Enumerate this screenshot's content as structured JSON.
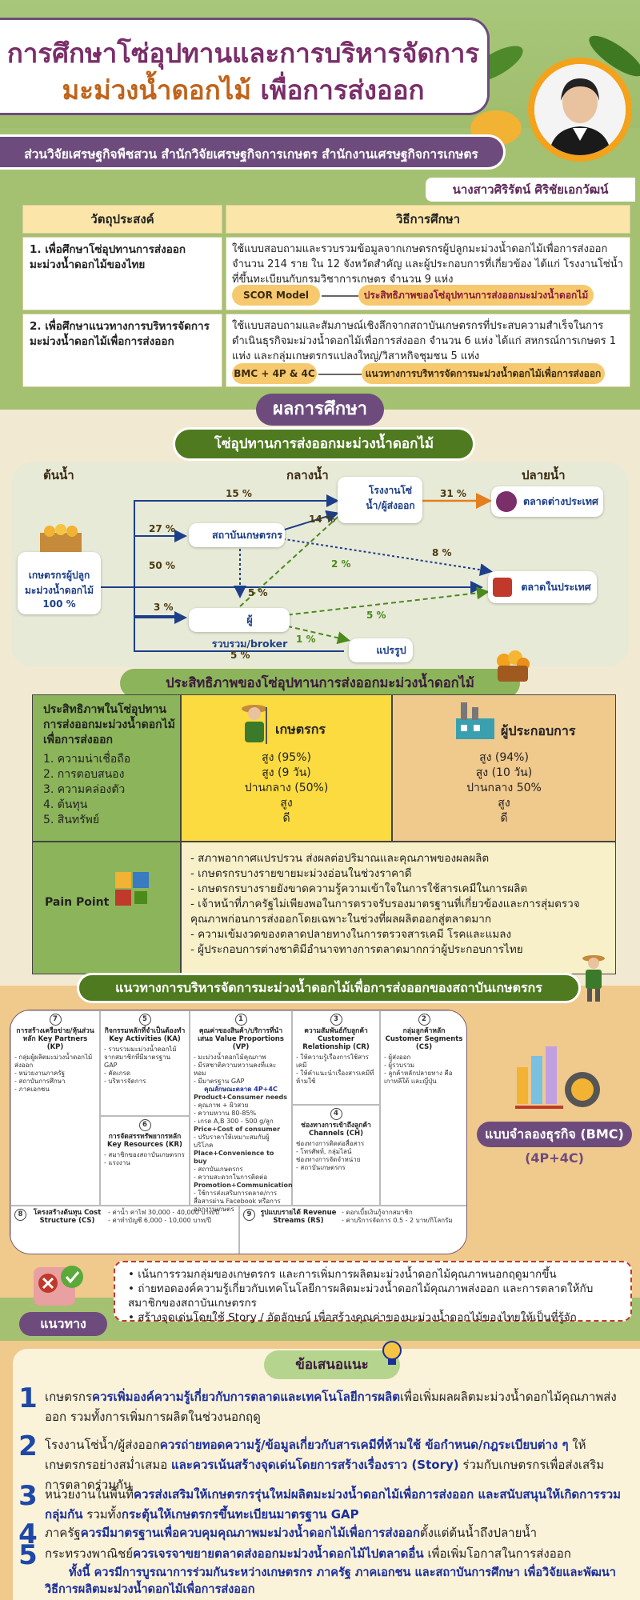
{
  "header": {
    "title_line1": "การศึกษาโซ่อุปทานและการบริหารจัดการ",
    "title_line2a": "มะม่วงน้ำดอกไม้",
    "title_line2b": "เพื่อการส่งออก",
    "organization": "ส่วนวิจัยเศรษฐกิจพืชสวน  สำนักวิจัยเศรษฐกิจการเกษตร สำนักงานเศรษฐกิจการเกษตร",
    "author": "นางสาวศิริรัตน์ ศิริชัยเอกวัฒน์"
  },
  "objectives": {
    "col1": "วัตถุประสงค์",
    "col2": "วิธีการศึกษา",
    "rows": [
      {
        "objective": "1. เพื่อศึกษาโซ่อุปทานการส่งออกมะม่วงน้ำดอกไม้ของไทย",
        "method": "ใช้แบบสอบถามและรวบรวมข้อมูลจากเกษตรกรผู้ปลูกมะม่วงน้ำดอกไม้เพื่อการส่งออก จำนวน 214 ราย ใน 12 จังหวัดสำคัญ และผู้ประกอบการที่เกี่ยวข้อง ได้แก่ โรงงานโซ่น้ำที่ขึ้นทะเบียนกับกรมวิชาการเกษตร จำนวน 9 แห่ง",
        "tool": "SCOR Model",
        "result": "ประสิทธิภาพของโซ่อุปทานการส่งออกมะม่วงน้ำดอกไม้"
      },
      {
        "objective": "2. เพื่อศึกษาแนวทางการบริหารจัดการมะม่วงน้ำดอกไม้เพื่อการส่งออก",
        "method": "ใช้แบบสอบถามและสัมภาษณ์เชิงลึกจากสถาบันเกษตรกรที่ประสบความสำเร็จในการดำเนินธุรกิจมะม่วงน้ำดอกไม้เพื่อการส่งออก จำนวน 6 แห่ง ได้แก่ สหกรณ์การเกษตร 1 แห่ง และกลุ่มเกษตรกรแปลงใหญ่/วิสาหกิจชุมชน 5 แห่ง",
        "tool": "BMC + 4P & 4C",
        "result": "แนวทางการบริหารจัดการมะม่วงน้ำดอกไม้เพื่อการส่งออก"
      }
    ]
  },
  "results": {
    "badge": "ผลการศึกษา",
    "chain_title": "โซ่อุปทานการส่งออกมะม่วงน้ำดอกไม้",
    "stages": [
      "ต้นน้ำ",
      "กลางน้ำ",
      "ปลายน้ำ"
    ],
    "nodes": {
      "farmer": "เกษตรกรผู้ปลูกมะม่วงน้ำดอกไม้ 100 %",
      "institution": "สถาบันเกษตรกร",
      "collector": "ผู้รวบรวม/broker",
      "packing": "โรงงานโซ่น้ำ/ผู้ส่งออก",
      "export_market": "ตลาดต่างประเทศ",
      "domestic_market": "ตลาดในประเทศ",
      "processing": "แปรรูป"
    },
    "flows": {
      "f15": "15 %",
      "f27": "27 %",
      "f50": "50 %",
      "f3": "3 %",
      "f5a": "5 %",
      "f14": "14 %",
      "f31": "31 %",
      "f8": "8 %",
      "f2": "2 %",
      "f5b": "5 %",
      "f5c": "5 %",
      "f1": "1 %"
    }
  },
  "efficiency": {
    "title": "ประสิทธิภาพของโซ่อุปทานการส่งออกมะม่วงน้ำดอกไม้",
    "criteria_title": "ประสิทธิภาพในโซ่อุปทานการส่งออกมะม่วงน้ำดอกไม้เพื่อการส่งออก",
    "criteria": [
      "1. ความน่าเชื่อถือ",
      "2. การตอบสนอง",
      "3. ความคล่องตัว",
      "4. ต้นทุน",
      "5. สินทรัพย์"
    ],
    "farmer_label": "เกษตรกร",
    "farmer_values": [
      "สูง (95%)",
      "สูง (9 วัน)",
      "ปานกลาง (50%)",
      "สูง",
      "ดี"
    ],
    "operator_label": "ผู้ประกอบการ",
    "operator_values": [
      "สูง (94%)",
      "สูง (10 วัน)",
      "ปานกลาง 50%",
      "สูง",
      "ดี"
    ],
    "pain_label": "Pain Point",
    "pain_points": [
      "- สภาพอากาศแปรปรวน ส่งผลต่อปริมาณและคุณภาพของผลผลิต",
      "- เกษตรกรบางรายขายมะม่วงอ่อนในช่วงราคาดี",
      "- เกษตรกรบางรายยังขาดความรู้ความเข้าใจในการใช้สารเคมีในการผลิต",
      "- เจ้าหน้าที่ภาครัฐไม่เพียงพอในการตรวจรับรองมาตรฐานที่เกี่ยวข้องและการสุ่มตรวจคุณภาพก่อนการส่งออกโดยเฉพาะในช่วงที่ผลผลิตออกสู่ตลาดมาก",
      "- ความเข้มงวดของตลาดปลายทางในการตรวจสารเคมี โรคและแมลง",
      "- ผู้ประกอบการต่างชาติมีอำนาจทางการตลาดมากกว่าผู้ประกอบการไทย"
    ]
  },
  "management": {
    "title": "แนวทางการบริหารจัดการมะม่วงน้ำดอกไม้เพื่อการส่งออกของสถาบันเกษตรกร",
    "bmc_label": "แบบจำลองธุรกิจ (BMC)",
    "bmc_sub": "(4P+4C)",
    "bmc": {
      "kp": {
        "num": "7",
        "title": "การสร้างเครือข่าย/หุ้นส่วนหลัก Key Partners (KP)",
        "body": "- กลุ่มผู้ผลิตมะม่วงน้ำดอกไม้ส่งออก\n- หน่วยงานภาครัฐ\n- สถาบันการศึกษา\n- ภาคเอกชน"
      },
      "ka": {
        "num": "5",
        "title": "กิจกรรมหลักที่จำเป็นต้องทำ Key Activities (KA)",
        "body": "- รวบรวมมะม่วงน้ำดอกไม้จากสมาชิกที่มีมาตรฐาน GAP\n- คัดเกรด\n- บริหารจัดการ"
      },
      "kr": {
        "num": "6",
        "title": "การจัดสรรทรัพยากรหลัก Key Resources (KR)",
        "body": "- สมาชิกของสถาบันเกษตรกร\n- แรงงาน"
      },
      "vp": {
        "num": "1",
        "title": "คุณค่าของสินค้า/บริการที่นำเสนอ Value Proportions (VP)",
        "body": "- มะม่วงน้ำดอกไม้คุณภาพ\n- มีรสชาติความหวานคงที่และหอม\n- มีมาตรฐาน GAP",
        "sub": "คุณลักษณะตลาด 4P+4C",
        "lines": [
          "Product+Consumer needs",
          "- คุณภาพ + ผิวสวย",
          "- ความหวาน 80-85%",
          "- เกรด A,B 300 - 500 g/ลูก",
          "Price+Cost of consumer",
          "- ปรับราคาให้เหมาะสมกับผู้บริโภค",
          "Place+Convenience to buy",
          "- สถาบันเกษตรกร",
          "- ความสะดวกในการติดต่อ",
          "Promotion+Communication",
          "- ใช้การส่งเสริมการตลาด/การสื่อสารผ่าน Facebook หรือการออกงานเกษตร"
        ]
      },
      "cr": {
        "num": "3",
        "title": "ความสัมพันธ์กับลูกค้า Customer Relationship (CR)",
        "body": "- ให้ความรู้เรื่องการใช้สารเคมี\n- ให้คำแนะนำเรื่องสารเคมีที่ห้ามใช้"
      },
      "ch": {
        "num": "4",
        "title": "ช่องทางการเข้าถึงลูกค้า Channels (CH)",
        "body": "ช่องทางการติดต่อสื่อสาร\n- โทรศัพท์, กลุ่มไลน์\nช่องทางการจัดจำหน่าย\n- สถาบันเกษตรกร"
      },
      "cs_seg": {
        "num": "2",
        "title": "กลุ่มลูกค้าหลัก Customer Segments (CS)",
        "body": "- ผู้ส่งออก\n- ผู้รวบรวม\n- ลูกค้าหลักปลายทาง คือ เกาหลีใต้ และญี่ปุ่น"
      },
      "cost": {
        "num": "8",
        "title": "โครงสร้างต้นทุน Cost Structure (CS)",
        "body": "- ค่าน้ำ ค่าไฟ 30,000 - 40,000 บาท/ปี\n- ค่าทำบัญชี 6,000 - 10,000 บาท/ปี"
      },
      "rev": {
        "num": "9",
        "title": "รูปแบบรายได้ Revenue Streams (RS)",
        "body": "- ดอกเบี้ยเงินกู้จากสมาชิก\n- ค่าบริการจัดการ 0.5 - 2 บาท/กิโลกรัม"
      }
    },
    "way_label": "แนวทาง",
    "way_items": [
      "เน้นการรวมกลุ่มของเกษตรกร และการเพิ่มการผลิตมะม่วงน้ำดอกไม้คุณภาพนอกฤดูมากขึ้น",
      "ถ่ายทอดองค์ความรู้เกี่ยวกับเทคโนโลยีการผลิตมะม่วงน้ำดอกไม้คุณภาพส่งออก และการตลาดให้กับสมาชิกของสถาบันเกษตรกร",
      "สร้างจุดเด่นโดยใช้ Story / อัตลักษณ์ เพื่อสร้างคุณค่าของมะม่วงน้ำดอกไม้ของไทยให้เป็นที่รู้จัก"
    ]
  },
  "suggestions": {
    "title": "ข้อเสนอแนะ",
    "items": [
      {
        "num": "1",
        "pre": "เกษตรกร",
        "bold": "ควรเพิ่มองค์ความรู้เกี่ยวกับการตลาดและเทคโนโลยีการผลิต",
        "post": "เพื่อเพิ่มผลผลิตมะม่วงน้ำดอกไม้คุณภาพส่งออก รวมทั้งการเพิ่มการผลิตในช่วงนอกฤดู"
      },
      {
        "num": "2",
        "pre": "โรงงานโซ่น้ำ/ผู้ส่งออก",
        "bold": "ควรถ่ายทอดความรู้/ข้อมูลเกี่ยวกับสารเคมีที่ห้ามใช้ ข้อกำหนด/กฎระเบียบต่าง ๆ",
        "post": "ให้เกษตรกรอย่างสม่ำเสมอ",
        "bold2": "และควรเน้นสร้างจุดเด่นโดยการสร้างเรื่องราว (Story)",
        "post2": "ร่วมกับเกษตรกรเพื่อส่งเสริมการตลาดร่วมกัน"
      },
      {
        "num": "3",
        "pre": "หน่วยงานในพื้นที่",
        "bold": "ควรส่งเสริมให้เกษตรกรรุ่นใหม่ผลิตมะม่วงน้ำดอกไม้เพื่อการส่งออก และสนับสนุนให้เกิดการรวมกลุ่มกัน",
        "post": "รวมทั้ง",
        "bold2": "กระตุ้นให้เกษตรกรขึ้นทะเบียนมาตรฐาน GAP",
        "post2": ""
      },
      {
        "num": "4",
        "pre": "ภาครัฐ",
        "bold": "ควรมีมาตรฐานเพื่อควบคุมคุณภาพมะม่วงน้ำดอกไม้เพื่อการส่งออก",
        "post": "ตั้งแต่ต้นน้ำถึงปลายน้ำ"
      },
      {
        "num": "5",
        "pre": "กระทรวงพาณิชย์",
        "bold": "ควรเจรจาขยายตลาดส่งออกมะม่วงน้ำดอกไม้ไปตลาดอื่น",
        "post": " เพื่อเพิ่มโอกาสในการส่งออก"
      }
    ],
    "closing": "ทั้งนี้ ควรมีการบูรณาการร่วมกันระหว่างเกษตรกร ภาครัฐ ภาคเอกชน และสถาบันการศึกษา เพื่อวิจัยและพัฒนาวิธีการผลิตมะม่วงน้ำดอกไม้เพื่อการส่งออก"
  }
}
